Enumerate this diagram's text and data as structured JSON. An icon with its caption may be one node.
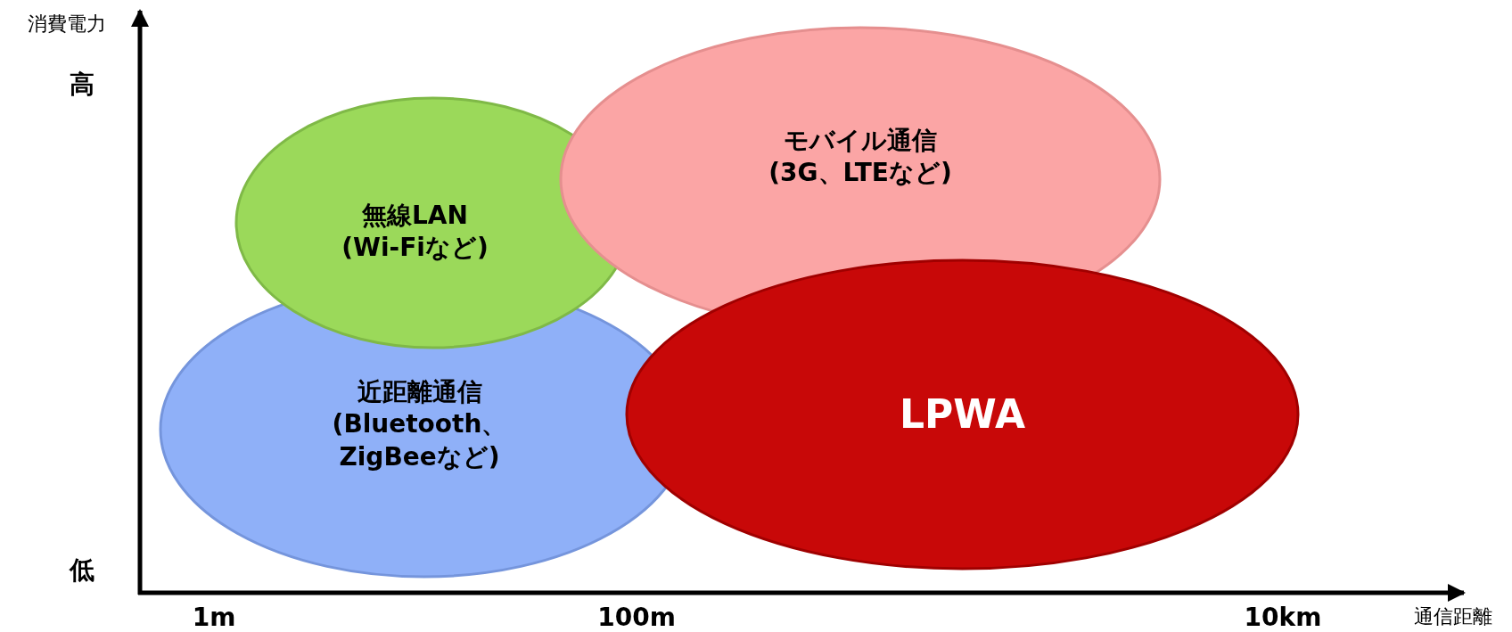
{
  "diagram": {
    "nodes": [
      {
        "text": [
          "無線LAN",
          "(Wi-Fiなど)"
        ]
      },
      {
        "text": [
          "モバイル通信",
          "(3G、LTEなど)"
        ]
      },
      {
        "text": [
          "近距離通信",
          "(Bluetooth、ZigBeeなど)"
        ]
      },
      {
        "text": [
          "LPWA"
        ]
      }
    ],
    "labels": [
      "消費電力",
      "高",
      "低",
      "1m",
      "100m",
      "10km",
      "通信距離"
    ]
  }
}
